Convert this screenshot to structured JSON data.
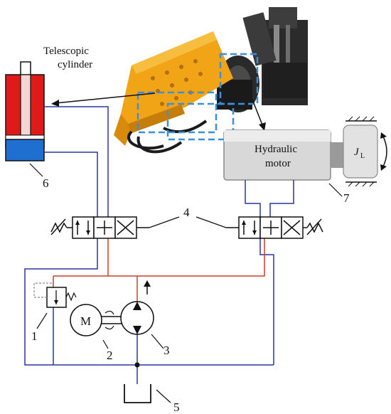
{
  "labels": {
    "telescopic_line1": "Telescopic",
    "telescopic_line2": "cylinder",
    "hydraulic_line1": "Hydraulic",
    "hydraulic_line2": "motor",
    "motor_symbol": "M",
    "inertia_symbol": "J",
    "inertia_subscript": "L"
  },
  "callouts": {
    "relief_valve": "1",
    "electric_motor": "2",
    "pump": "3",
    "directional_valves": "4",
    "tank": "5",
    "cylinder": "6",
    "hydraulic_motor": "7"
  },
  "colors": {
    "return_line": "#2b35a8",
    "pressure_line": "#c8402a",
    "cylinder_barrel": "#e01919",
    "cylinder_cap": "#1e6fd0",
    "manipulator_body": "#f2a417",
    "highlight_box": "#3a8fe0",
    "symbol_stroke": "#111111"
  },
  "icons": {
    "robot_arm": "robotic-arm-photo",
    "pump_symbol": "hydraulic-pump-symbol",
    "relief_valve_symbol": "relief-valve-symbol"
  }
}
